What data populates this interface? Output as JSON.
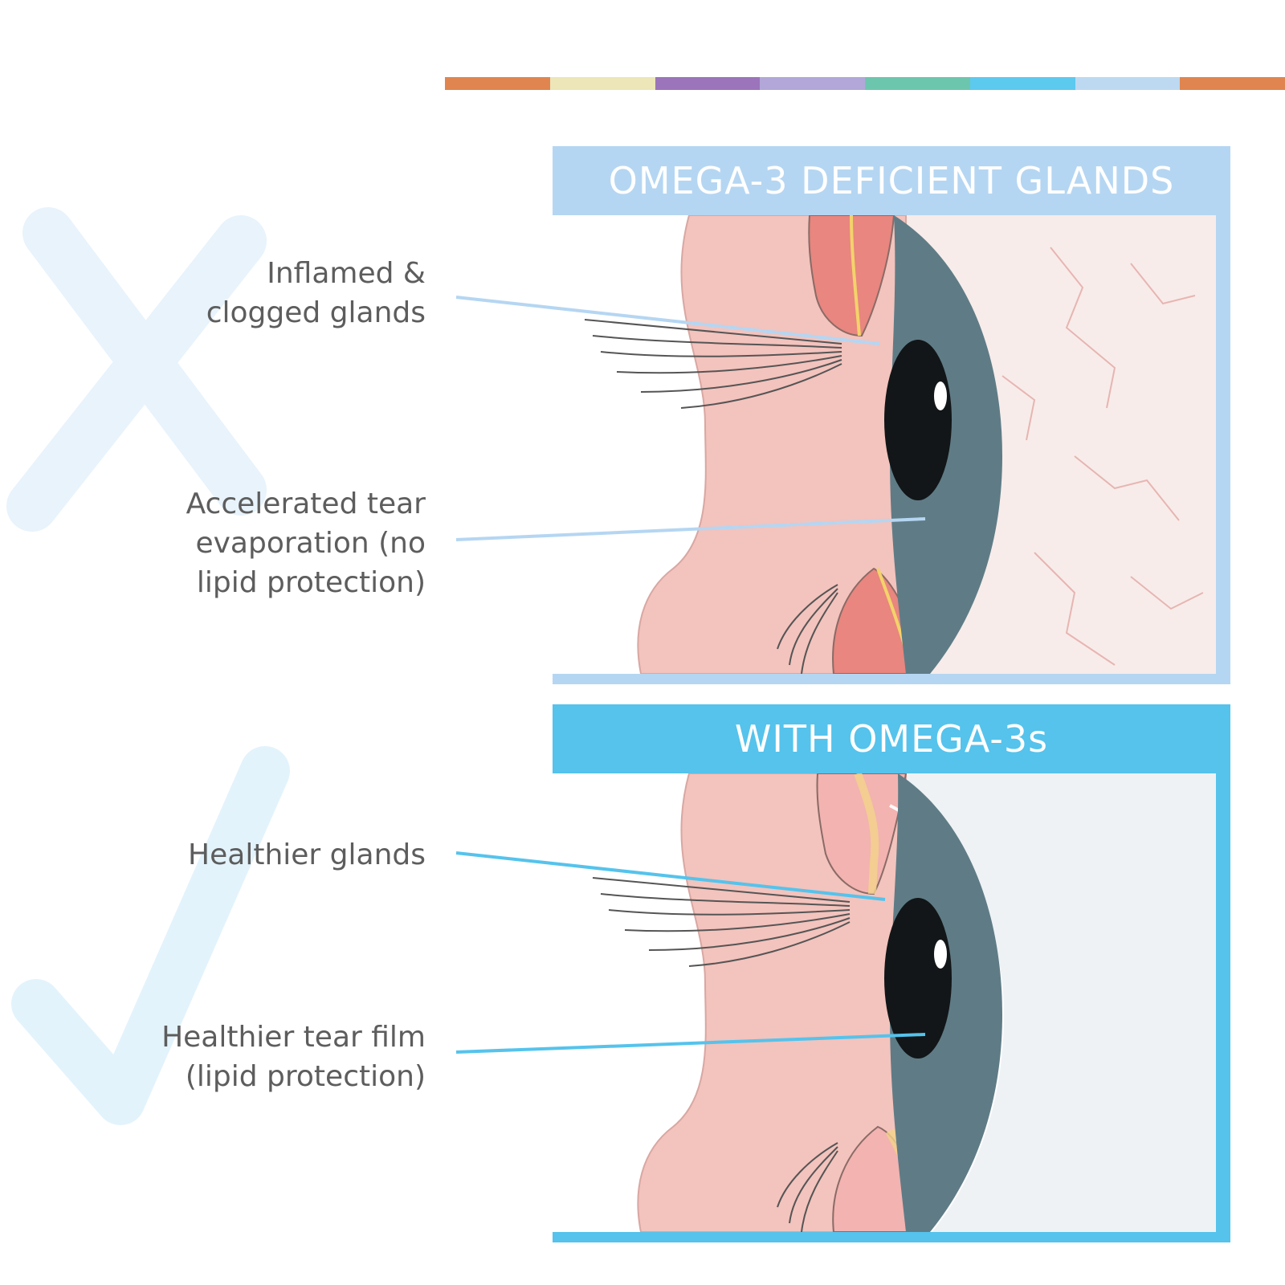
{
  "colors": {
    "strip": [
      "#e0854f",
      "#ece6b8",
      "#9b74bb",
      "#b2a7d8",
      "#6cc6ad",
      "#5cc9ef",
      "#bcd9f1",
      "#e0854f"
    ],
    "deficient_accent": "#b5d6f2",
    "healthy_accent": "#55c3ec",
    "label_text": "#5d5d5d",
    "skin": "#f3c3bd",
    "iris": "#5f7c86"
  },
  "deficient_panel": {
    "title": "OMEGA-3 DEFICIENT GLANDS",
    "callouts": [
      {
        "lines": [
          "Inflamed &",
          "clogged glands"
        ]
      },
      {
        "lines": [
          "Accelerated tear",
          "evaporation (no",
          "lipid protection)"
        ]
      }
    ]
  },
  "healthy_panel": {
    "title": "WITH OMEGA-3s",
    "callouts": [
      {
        "lines": [
          "Healthier glands"
        ]
      },
      {
        "lines": [
          "Healthier tear film",
          "(lipid protection)"
        ]
      }
    ]
  },
  "icons": {
    "deficient_marker": "x-mark-icon",
    "healthy_marker": "check-mark-icon"
  }
}
